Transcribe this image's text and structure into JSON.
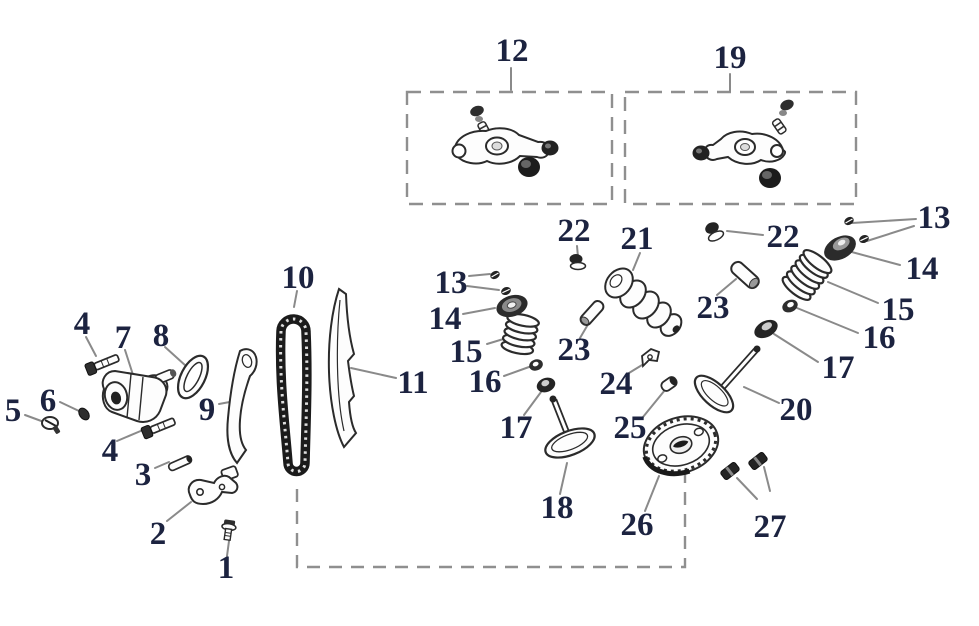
{
  "diagram": {
    "kind": "exploded-parts-diagram",
    "colors": {
      "background": "#ffffff",
      "label": "#1c2340",
      "leader": "#8a8a8a",
      "part_line": "#2b2b2b"
    },
    "callouts": [
      {
        "ref": "box-12",
        "text": "12"
      },
      {
        "ref": "box-19",
        "text": "19"
      },
      {
        "ref": "keepers-right",
        "text": "13"
      },
      {
        "ref": "bolt-22-left",
        "text": "22"
      },
      {
        "ref": "camshaft",
        "text": "21"
      },
      {
        "ref": "bolt-22-right",
        "text": "22"
      },
      {
        "ref": "retainer-right",
        "text": "14"
      },
      {
        "ref": "timing-chain",
        "text": "10"
      },
      {
        "ref": "keepers-left",
        "text": "13"
      },
      {
        "ref": "spring-right",
        "text": "15"
      },
      {
        "ref": "shaft-right",
        "text": "23"
      },
      {
        "ref": "retainer-left",
        "text": "14"
      },
      {
        "ref": "bolt-4-top",
        "text": "4"
      },
      {
        "ref": "gasket",
        "text": "8"
      },
      {
        "ref": "tensioner",
        "text": "7"
      },
      {
        "ref": "seat-right",
        "text": "16"
      },
      {
        "ref": "spring-left",
        "text": "15"
      },
      {
        "ref": "shaft-left",
        "text": "23"
      },
      {
        "ref": "seal-right",
        "text": "17"
      },
      {
        "ref": "guide-right",
        "text": "11"
      },
      {
        "ref": "keeper-plate",
        "text": "24"
      },
      {
        "ref": "seat-left",
        "text": "16"
      },
      {
        "ref": "dowel",
        "text": "6"
      },
      {
        "ref": "guide-left",
        "text": "9"
      },
      {
        "ref": "screw",
        "text": "5"
      },
      {
        "ref": "valve-right",
        "text": "20"
      },
      {
        "ref": "bushing",
        "text": "25"
      },
      {
        "ref": "seal-left",
        "text": "17"
      },
      {
        "ref": "bolt-4-bottom",
        "text": "4"
      },
      {
        "ref": "pin",
        "text": "3"
      },
      {
        "ref": "valve-left",
        "text": "18"
      },
      {
        "ref": "sprocket",
        "text": "26"
      },
      {
        "ref": "studs",
        "text": "27"
      },
      {
        "ref": "bracket",
        "text": "2"
      },
      {
        "ref": "bolt-1",
        "text": "1"
      }
    ]
  }
}
